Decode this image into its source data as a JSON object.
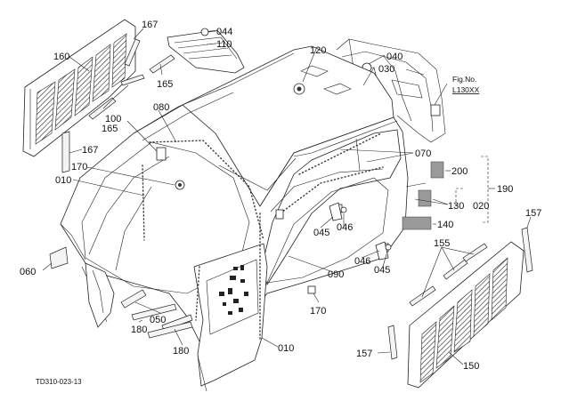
{
  "figure": {
    "fig_no_label": "Fig.No.",
    "fig_no_value": "L130XX",
    "drawing_code": "TD310-023-13"
  },
  "callouts": [
    {
      "id": "167a",
      "text": "167"
    },
    {
      "id": "160",
      "text": "160"
    },
    {
      "id": "165a",
      "text": "165"
    },
    {
      "id": "165b",
      "text": "165"
    },
    {
      "id": "167b",
      "text": "167"
    },
    {
      "id": "100",
      "text": "100"
    },
    {
      "id": "080",
      "text": "080"
    },
    {
      "id": "170a",
      "text": "170"
    },
    {
      "id": "010a",
      "text": "010"
    },
    {
      "id": "044",
      "text": "044"
    },
    {
      "id": "110",
      "text": "110"
    },
    {
      "id": "120",
      "text": "120"
    },
    {
      "id": "040",
      "text": "040"
    },
    {
      "id": "030",
      "text": "030"
    },
    {
      "id": "070",
      "text": "070"
    },
    {
      "id": "200",
      "text": "200"
    },
    {
      "id": "190",
      "text": "190"
    },
    {
      "id": "130",
      "text": "130"
    },
    {
      "id": "020",
      "text": "020"
    },
    {
      "id": "140",
      "text": "140"
    },
    {
      "id": "157a",
      "text": "157"
    },
    {
      "id": "045a",
      "text": "045"
    },
    {
      "id": "046a",
      "text": "046"
    },
    {
      "id": "046b",
      "text": "046"
    },
    {
      "id": "045b",
      "text": "045"
    },
    {
      "id": "155",
      "text": "155"
    },
    {
      "id": "060",
      "text": "060"
    },
    {
      "id": "090",
      "text": "090"
    },
    {
      "id": "170b",
      "text": "170"
    },
    {
      "id": "050",
      "text": "050"
    },
    {
      "id": "180a",
      "text": "180"
    },
    {
      "id": "180b",
      "text": "180"
    },
    {
      "id": "010b",
      "text": "010"
    },
    {
      "id": "157b",
      "text": "157"
    },
    {
      "id": "150",
      "text": "150"
    }
  ]
}
